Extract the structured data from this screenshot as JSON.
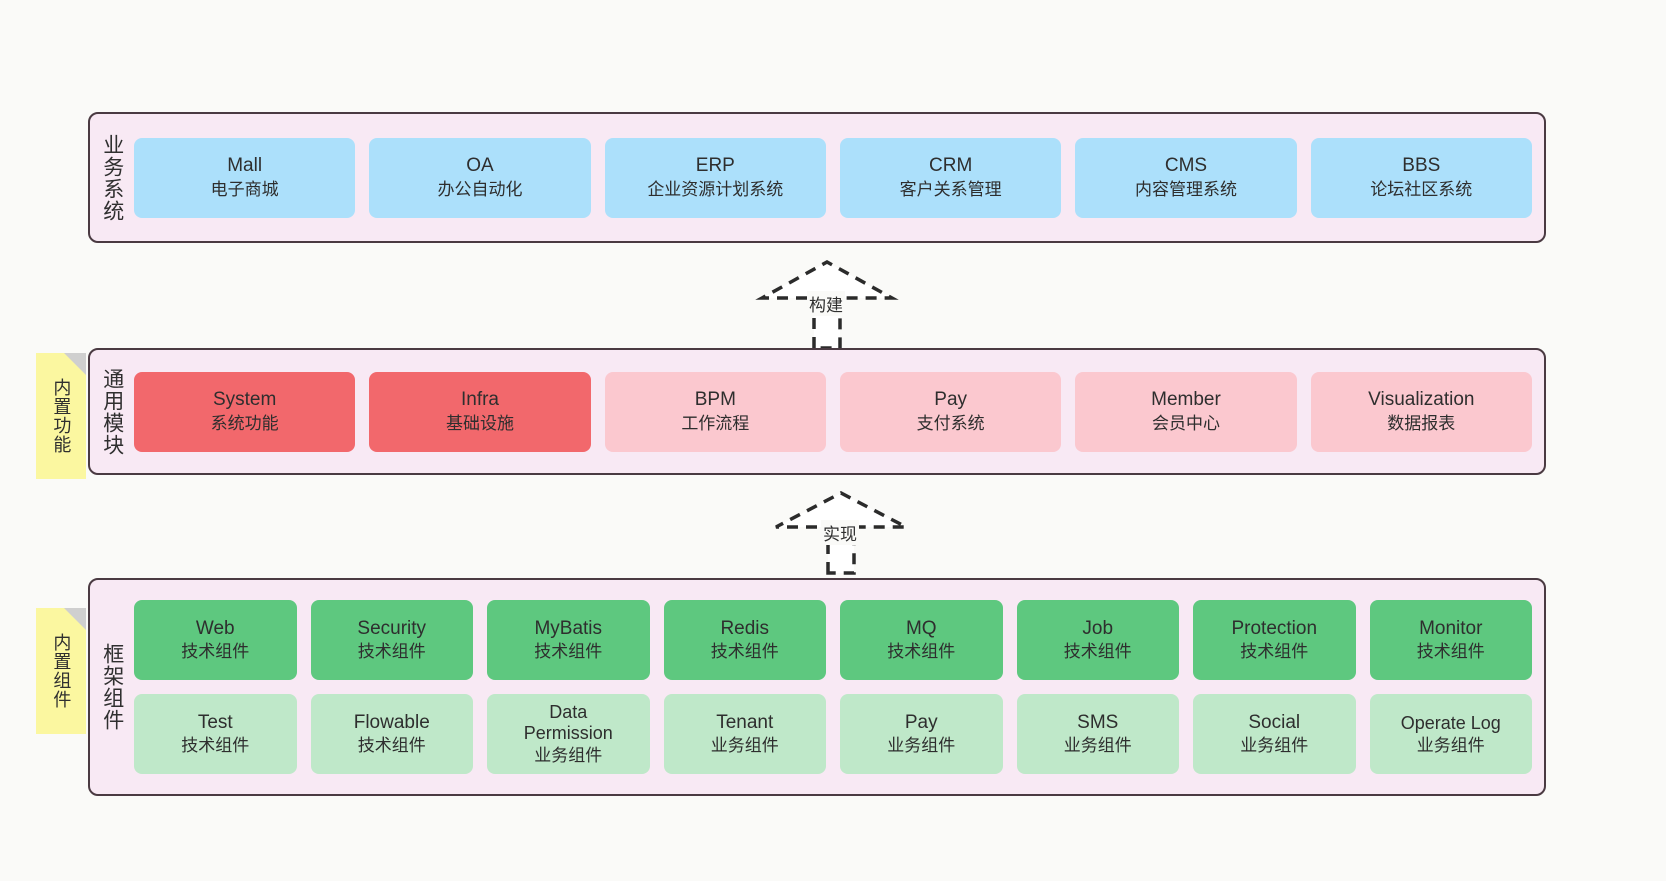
{
  "diagram": {
    "background": "#fafaf8",
    "layer_fill": "#f8e9f4",
    "layer_border": "#4a3a42",
    "note_fill": "#fbf7a0",
    "colors": {
      "business": "#ace0fb",
      "module_primary": "#f2686c",
      "module_secondary": "#fbc8cf",
      "tech_component": "#5ec87f",
      "business_component": "#bfe8c9"
    }
  },
  "layers": {
    "business": {
      "title": "业务系统",
      "nodes": [
        {
          "title": "Mall",
          "sub": "电子商城"
        },
        {
          "title": "OA",
          "sub": "办公自动化"
        },
        {
          "title": "ERP",
          "sub": "企业资源计划系统"
        },
        {
          "title": "CRM",
          "sub": "客户关系管理"
        },
        {
          "title": "CMS",
          "sub": "内容管理系统"
        },
        {
          "title": "BBS",
          "sub": "论坛社区系统"
        }
      ]
    },
    "modules": {
      "title": "通用模块",
      "note": "内置功能",
      "nodes": [
        {
          "title": "System",
          "sub": "系统功能"
        },
        {
          "title": "Infra",
          "sub": "基础设施"
        },
        {
          "title": "BPM",
          "sub": "工作流程"
        },
        {
          "title": "Pay",
          "sub": "支付系统"
        },
        {
          "title": "Member",
          "sub": "会员中心"
        },
        {
          "title": "Visualization",
          "sub": "数据报表"
        }
      ]
    },
    "framework": {
      "title": "框架组件",
      "note": "内置组件",
      "row1": [
        {
          "title": "Web",
          "sub": "技术组件"
        },
        {
          "title": "Security",
          "sub": "技术组件"
        },
        {
          "title": "MyBatis",
          "sub": "技术组件"
        },
        {
          "title": "Redis",
          "sub": "技术组件"
        },
        {
          "title": "MQ",
          "sub": "技术组件"
        },
        {
          "title": "Job",
          "sub": "技术组件"
        },
        {
          "title": "Protection",
          "sub": "技术组件"
        },
        {
          "title": "Monitor",
          "sub": "技术组件"
        }
      ],
      "row2": [
        {
          "title": "Test",
          "sub": "技术组件"
        },
        {
          "title": "Flowable",
          "sub": "技术组件"
        },
        {
          "title": "Data Permission",
          "sub": "业务组件"
        },
        {
          "title": "Tenant",
          "sub": "业务组件"
        },
        {
          "title": "Pay",
          "sub": "业务组件"
        },
        {
          "title": "SMS",
          "sub": "业务组件"
        },
        {
          "title": "Social",
          "sub": "业务组件"
        },
        {
          "title": "Operate Log",
          "sub": "业务组件"
        }
      ]
    }
  },
  "arrows": {
    "build": "构建",
    "implement": "实现"
  }
}
